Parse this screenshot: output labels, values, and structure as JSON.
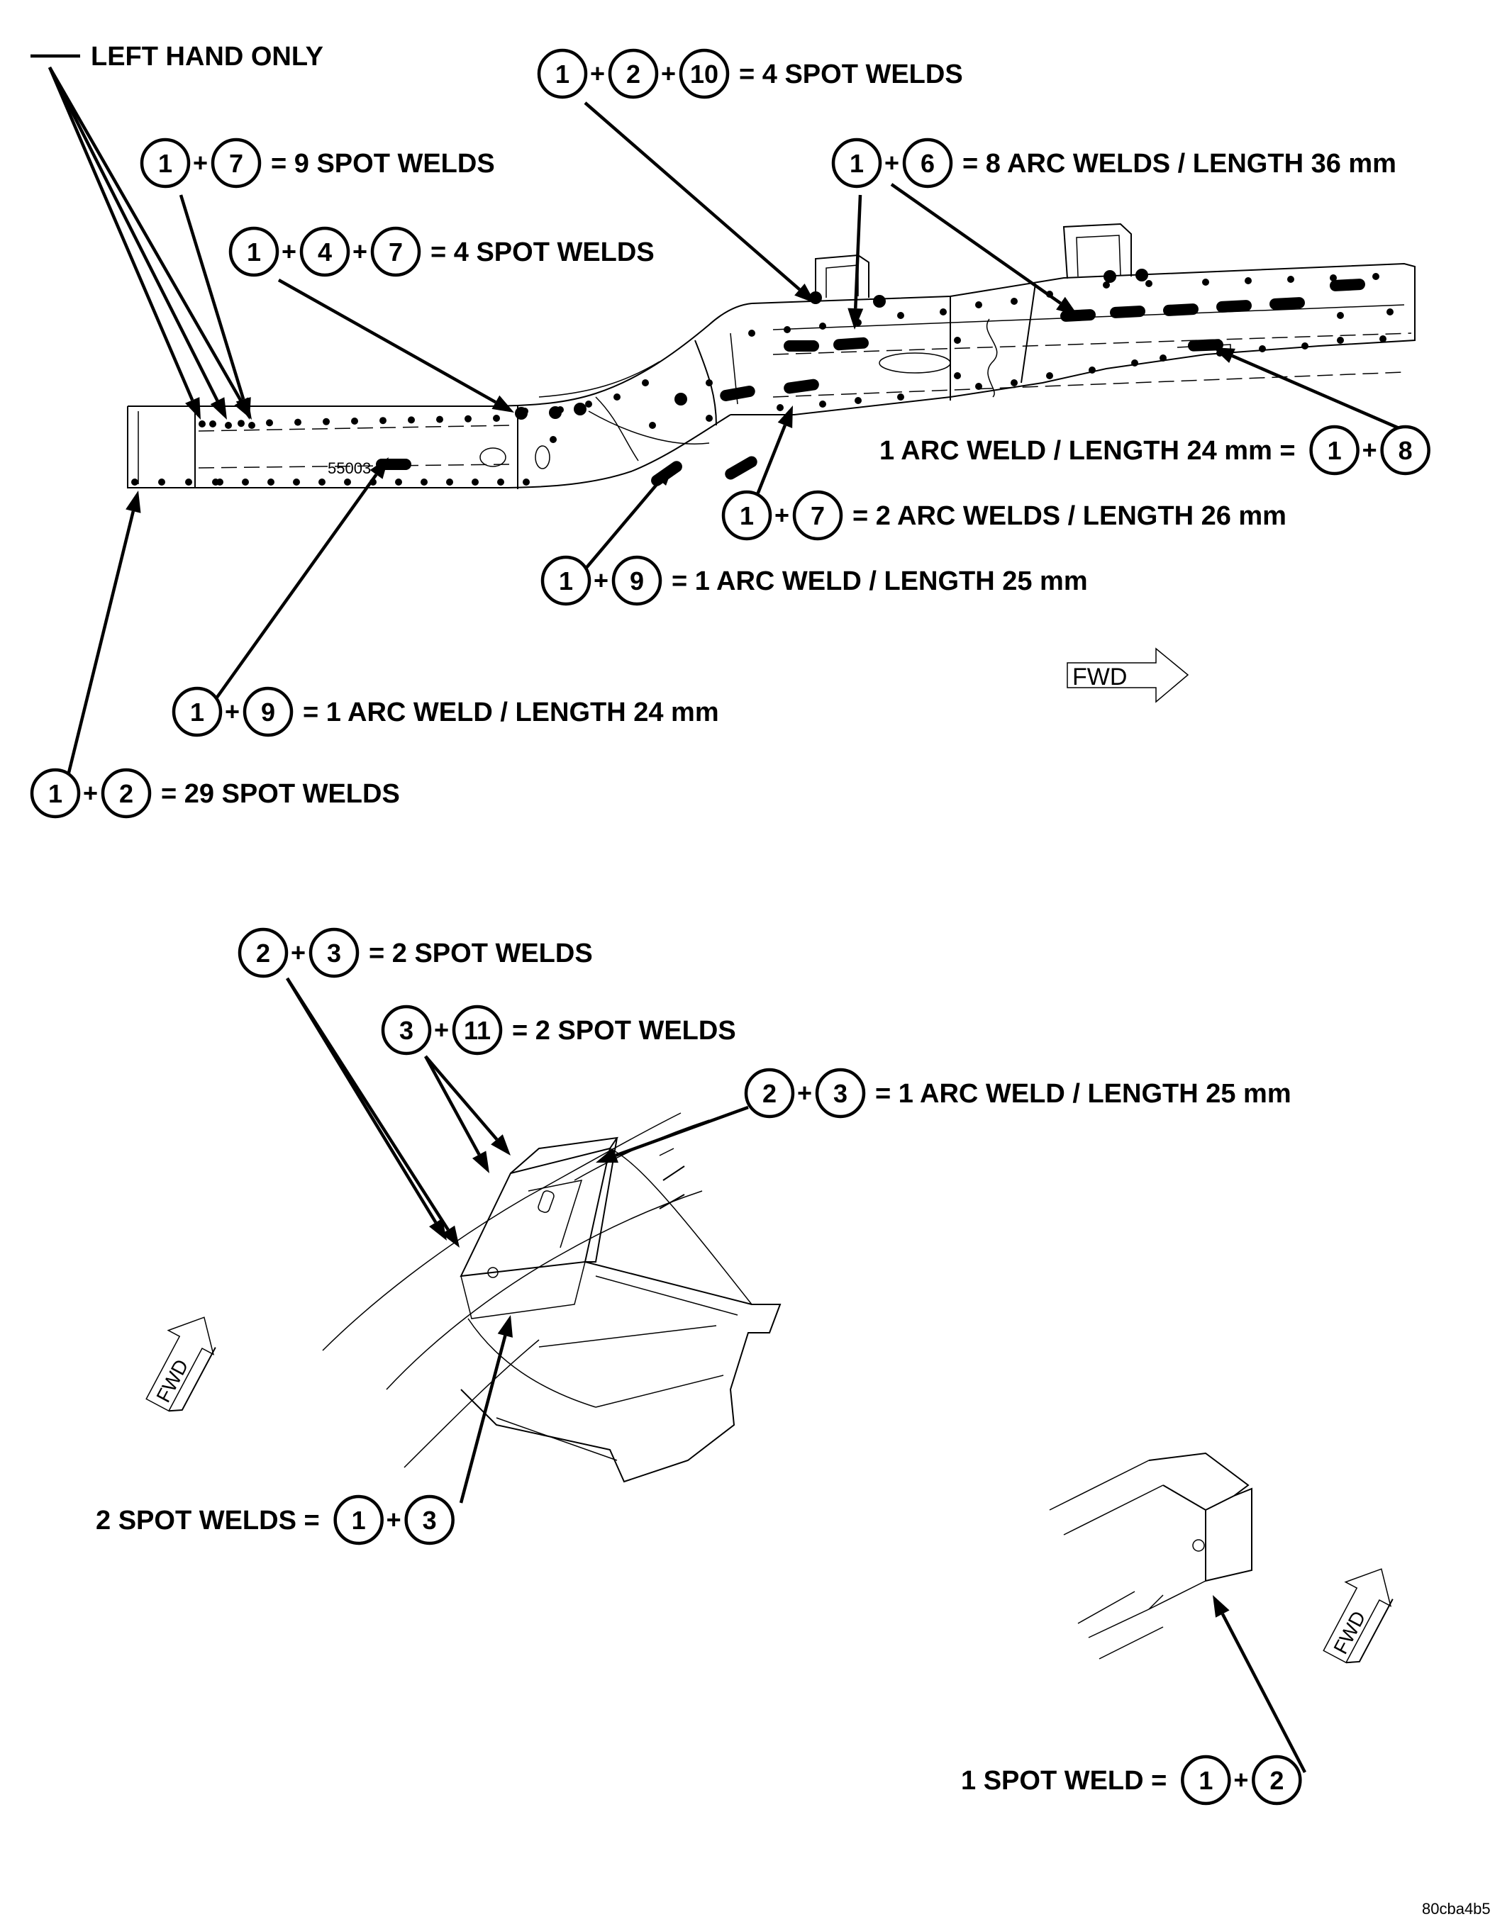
{
  "callouts": [
    {
      "id": "left-hand-only",
      "parts": [],
      "text": "LEFT HAND ONLY",
      "order": "parts-first"
    },
    {
      "id": "c-1-2-10",
      "parts": [
        "1",
        "2",
        "10"
      ],
      "text": "= 4 SPOT WELDS",
      "order": "parts-first"
    },
    {
      "id": "c-1-7-9spot",
      "parts": [
        "1",
        "7"
      ],
      "text": "= 9 SPOT WELDS",
      "order": "parts-first"
    },
    {
      "id": "c-1-6",
      "parts": [
        "1",
        "6"
      ],
      "text": "= 8 ARC WELDS / LENGTH 36 mm",
      "order": "parts-first"
    },
    {
      "id": "c-1-4-7",
      "parts": [
        "1",
        "4",
        "7"
      ],
      "text": "= 4 SPOT WELDS",
      "order": "parts-first"
    },
    {
      "id": "c-1-8",
      "parts": [
        "1",
        "8"
      ],
      "text": "1 ARC WELD / LENGTH 24 mm =",
      "order": "text-first"
    },
    {
      "id": "c-1-7-2arc",
      "parts": [
        "1",
        "7"
      ],
      "text": "= 2 ARC WELDS / LENGTH 26 mm",
      "order": "parts-first"
    },
    {
      "id": "c-1-9-25",
      "parts": [
        "1",
        "9"
      ],
      "text": "= 1 ARC WELD / LENGTH 25 mm",
      "order": "parts-first"
    },
    {
      "id": "c-1-9-24",
      "parts": [
        "1",
        "9"
      ],
      "text": "= 1 ARC WELD / LENGTH 24 mm",
      "order": "parts-first"
    },
    {
      "id": "c-1-2-29",
      "parts": [
        "1",
        "2"
      ],
      "text": "= 29 SPOT WELDS",
      "order": "parts-first"
    },
    {
      "id": "c-2-3-2spot",
      "parts": [
        "2",
        "3"
      ],
      "text": "= 2 SPOT WELDS",
      "order": "parts-first"
    },
    {
      "id": "c-3-11",
      "parts": [
        "3",
        "11"
      ],
      "text": "= 2 SPOT WELDS",
      "order": "parts-first"
    },
    {
      "id": "c-2-3-arc",
      "parts": [
        "2",
        "3"
      ],
      "text": "= 1 ARC WELD / LENGTH 25 mm",
      "order": "parts-first"
    },
    {
      "id": "c-1-3",
      "parts": [
        "1",
        "3"
      ],
      "text": "2 SPOT WELDS =",
      "order": "text-first"
    },
    {
      "id": "c-1-2-1spot",
      "parts": [
        "1",
        "2"
      ],
      "text": "1 SPOT WELD =",
      "order": "text-first"
    }
  ],
  "plus_sign": "+",
  "fwd_label": "FWD",
  "stamp_text": "55003",
  "figure_code": "80cba4b5"
}
